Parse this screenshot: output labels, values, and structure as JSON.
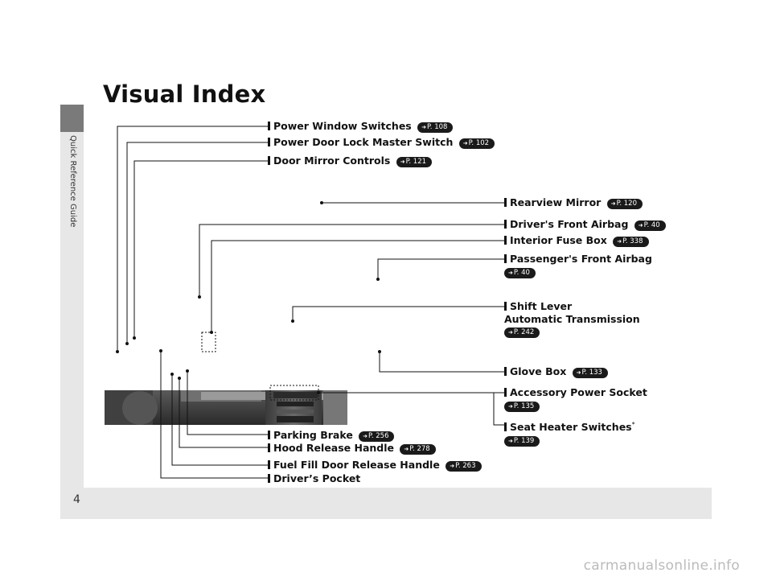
{
  "page": {
    "title": "Visual Index",
    "side_label": "Quick Reference Guide",
    "page_number": "4",
    "watermark": "carmanualsonline.info"
  },
  "callouts": {
    "power_window": {
      "label": "Power Window Switches",
      "ref": "P. 108"
    },
    "door_lock": {
      "label": "Power Door Lock Master Switch",
      "ref": "P. 102"
    },
    "mirror_controls": {
      "label": "Door Mirror Controls",
      "ref": "P. 121"
    },
    "rearview": {
      "label": "Rearview Mirror",
      "ref": "P. 120"
    },
    "driver_airbag": {
      "label": "Driver's Front Airbag",
      "ref": "P. 40"
    },
    "fuse_box": {
      "label": "Interior Fuse Box",
      "ref": "P. 338"
    },
    "passenger_airbag": {
      "label": "Passenger's Front Airbag",
      "ref": "P. 40"
    },
    "shift_lever": {
      "label": "Shift Lever",
      "sublabel": "Automatic Transmission",
      "ref": "P. 242"
    },
    "glove_box": {
      "label": "Glove Box",
      "ref": "P. 133"
    },
    "power_socket": {
      "label": "Accessory Power Socket",
      "ref": "P. 135"
    },
    "seat_heater": {
      "label": "Seat Heater Switches",
      "asterisk": "*",
      "ref": "P. 139"
    },
    "parking_brake": {
      "label": "Parking Brake",
      "ref": "P. 256"
    },
    "hood_release": {
      "label": "Hood Release Handle",
      "ref": "P. 278"
    },
    "fuel_door": {
      "label": "Fuel Fill Door Release Handle",
      "ref": "P. 263"
    },
    "drivers_pocket": {
      "label": "Driver’s Pocket"
    }
  },
  "colors": {
    "text": "#111111",
    "panel": "#e7e7e7",
    "tab": "#7a7a7a",
    "ref_badge": "#1a1a1a"
  }
}
